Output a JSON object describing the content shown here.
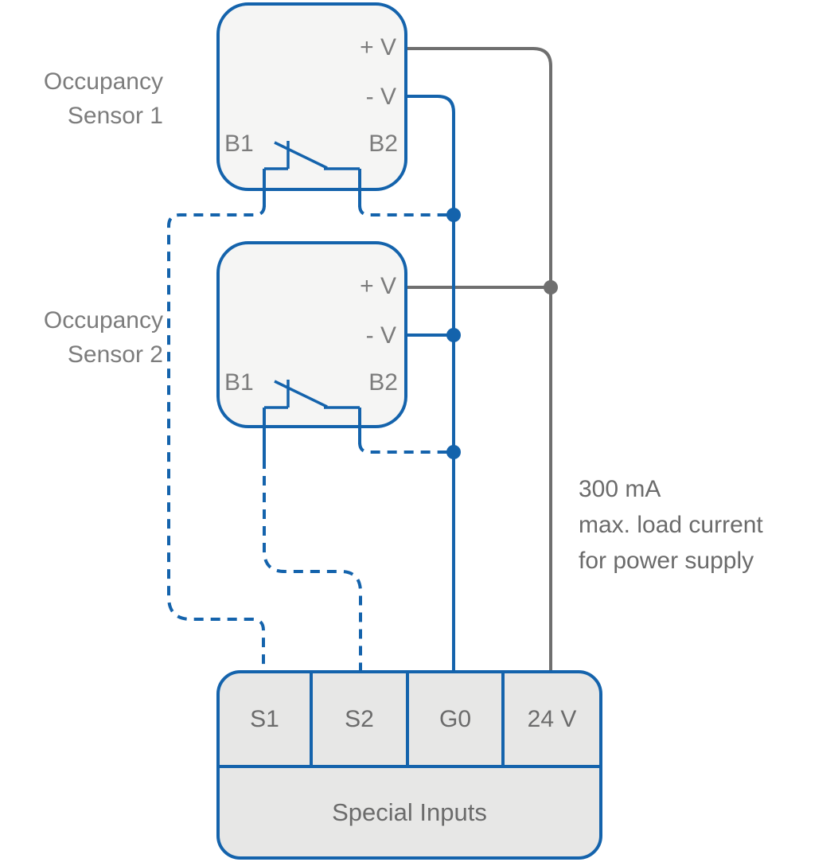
{
  "colors": {
    "wire-blue": "#1463ac",
    "wire-gray": "#6f6f6f",
    "sensor-fill": "#f5f5f4",
    "terminal-fill": "#e7e7e6",
    "label-gray": "#7c7c7c",
    "text-gray": "#6b6b6b"
  },
  "sensors": [
    {
      "title_line1": "Occupancy",
      "title_line2": "Sensor 1",
      "terminals": {
        "plus_v": "+ V",
        "minus_v": "- V",
        "b1": "B1",
        "b2": "B2"
      }
    },
    {
      "title_line1": "Occupancy",
      "title_line2": "Sensor 2",
      "terminals": {
        "plus_v": "+ V",
        "minus_v": "- V",
        "b1": "B1",
        "b2": "B2"
      }
    }
  ],
  "note": {
    "line1": "300 mA",
    "line2": "max. load current",
    "line3": "for power supply"
  },
  "terminal_block": {
    "cells": [
      "S1",
      "S2",
      "G0",
      "24 V"
    ],
    "caption": "Special Inputs"
  }
}
